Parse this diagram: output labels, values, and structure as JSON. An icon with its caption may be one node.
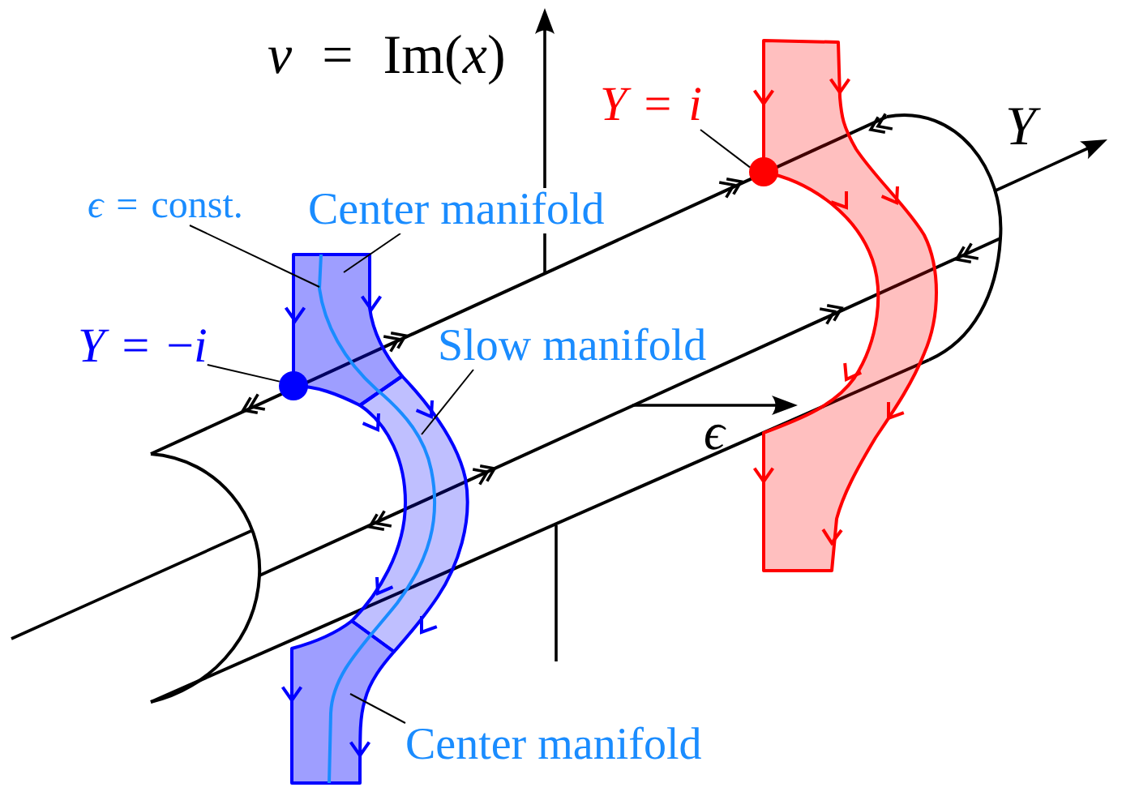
{
  "diagram": {
    "nodes": [
      {
        "text": [
          "*Y* = *i*"
        ]
      },
      {
        "text": [],
        "shape": "circle"
      },
      {
        "text": [
          "*ϵ* = const."
        ]
      },
      {
        "text": [],
        "shape": "curve"
      },
      {
        "text": [
          "Center manifold"
        ]
      },
      {
        "text": [],
        "shape": "band"
      },
      {
        "text": [
          "*Y* = −*i*"
        ]
      },
      {
        "text": [],
        "shape": "circle"
      },
      {
        "text": [
          "Slow manifold"
        ]
      },
      {
        "text": [],
        "shape": "band"
      },
      {
        "text": [
          "Center manifold"
        ]
      },
      {
        "text": [],
        "shape": "band"
      }
    ],
    "edges": [
      {
        "from": 0,
        "to": 1,
        "arrow": "none"
      },
      {
        "from": 2,
        "to": 3,
        "arrow": "none"
      },
      {
        "from": 4,
        "to": 5,
        "arrow": "none"
      },
      {
        "from": 6,
        "to": 7,
        "arrow": "none"
      },
      {
        "from": 8,
        "to": 9,
        "arrow": "none"
      },
      {
        "from": 10,
        "to": 11,
        "arrow": "none"
      }
    ],
    "labels": [
      "*v* = Im(*x*)",
      "Y",
      "ϵ"
    ]
  }
}
